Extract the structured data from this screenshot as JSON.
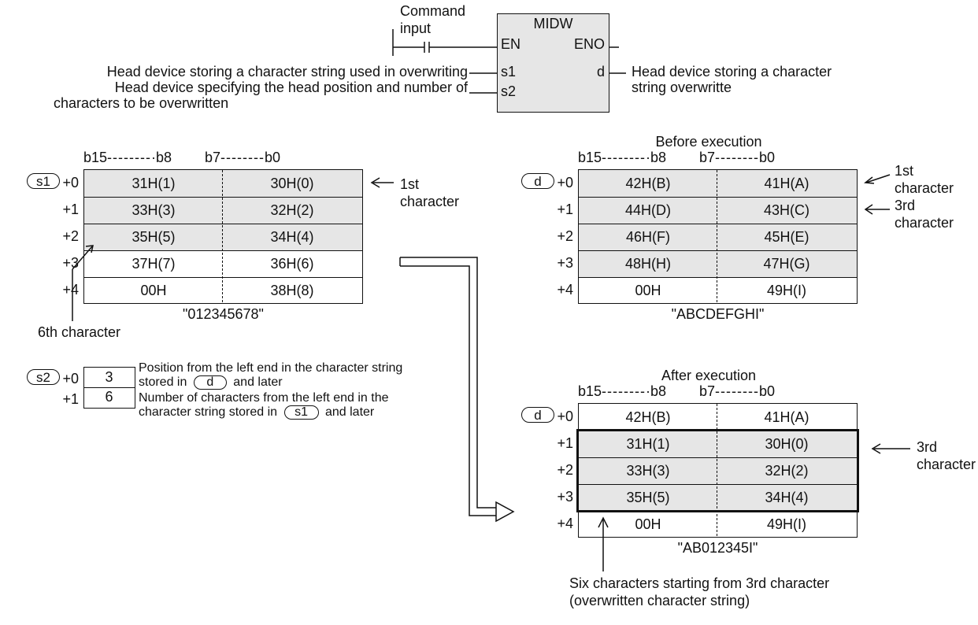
{
  "ladder": {
    "command_label_line1": "Command",
    "command_label_line2": "input",
    "instruction": "MIDW",
    "en": "EN",
    "eno": "ENO",
    "s1": "s1",
    "s2": "s2",
    "d": "d",
    "desc_s1": "Head device storing a character string used in overwriting",
    "desc_s2_line1": "Head device specifying the head position and number of",
    "desc_s2_line2": "characters to be overwritten",
    "desc_d_line1": "Head device storing a character",
    "desc_d_line2": "string overwritte"
  },
  "bit_header": {
    "b15": "b15",
    "b8": "·b8",
    "b7": "b7",
    "b0": "b0"
  },
  "s1_table": {
    "tag": "s1",
    "offsets": [
      "+0",
      "+1",
      "+2",
      "+3",
      "+4"
    ],
    "rows": [
      {
        "high": "31H(1)",
        "low": "30H(0)"
      },
      {
        "high": "33H(3)",
        "low": "32H(2)"
      },
      {
        "high": "35H(5)",
        "low": "34H(4)"
      },
      {
        "high": "37H(7)",
        "low": "36H(6)"
      },
      {
        "high": "00H",
        "low": "38H(8)"
      }
    ],
    "caption": "\"012345678\"",
    "note_first_line1": "1st",
    "note_first_line2": "character",
    "note_sixth": "6th character"
  },
  "s2_table": {
    "tag": "s2",
    "offsets": [
      "+0",
      "+1"
    ],
    "values": [
      "3",
      "6"
    ],
    "desc0_line1": "Position from the left end in the character string",
    "desc0_line2a": "stored in",
    "desc0_tag": "d",
    "desc0_line2b": "and later",
    "desc1_line1": "Number of characters from the left end in the",
    "desc1_line2a": "character string stored in",
    "desc1_tag": "s1",
    "desc1_line2b": "and later"
  },
  "before_table": {
    "title": "Before execution",
    "tag": "d",
    "offsets": [
      "+0",
      "+1",
      "+2",
      "+3",
      "+4"
    ],
    "rows": [
      {
        "high": "42H(B)",
        "low": "41H(A)"
      },
      {
        "high": "44H(D)",
        "low": "43H(C)"
      },
      {
        "high": "46H(F)",
        "low": "45H(E)"
      },
      {
        "high": "48H(H)",
        "low": "47H(G)"
      },
      {
        "high": "00H",
        "low": "49H(I)"
      }
    ],
    "caption": "\"ABCDEFGHI\"",
    "note_first_line1": "1st",
    "note_first_line2": "character",
    "note_third_line1": "3rd",
    "note_third_line2": "character"
  },
  "after_table": {
    "title": "After execution",
    "tag": "d",
    "offsets": [
      "+0",
      "+1",
      "+2",
      "+3",
      "+4"
    ],
    "rows": [
      {
        "high": "42H(B)",
        "low": "41H(A)"
      },
      {
        "high": "31H(1)",
        "low": "30H(0)"
      },
      {
        "high": "33H(3)",
        "low": "32H(2)"
      },
      {
        "high": "35H(5)",
        "low": "34H(4)"
      },
      {
        "high": "00H",
        "low": "49H(I)"
      }
    ],
    "caption": "\"AB012345I\"",
    "note_third_line1": "3rd",
    "note_third_line2": "character",
    "note_bottom_line1": "Six characters starting from 3rd character",
    "note_bottom_line2": "(overwritten character string)"
  },
  "colors": {
    "shade": "#e6e6e6",
    "line": "#111111"
  }
}
